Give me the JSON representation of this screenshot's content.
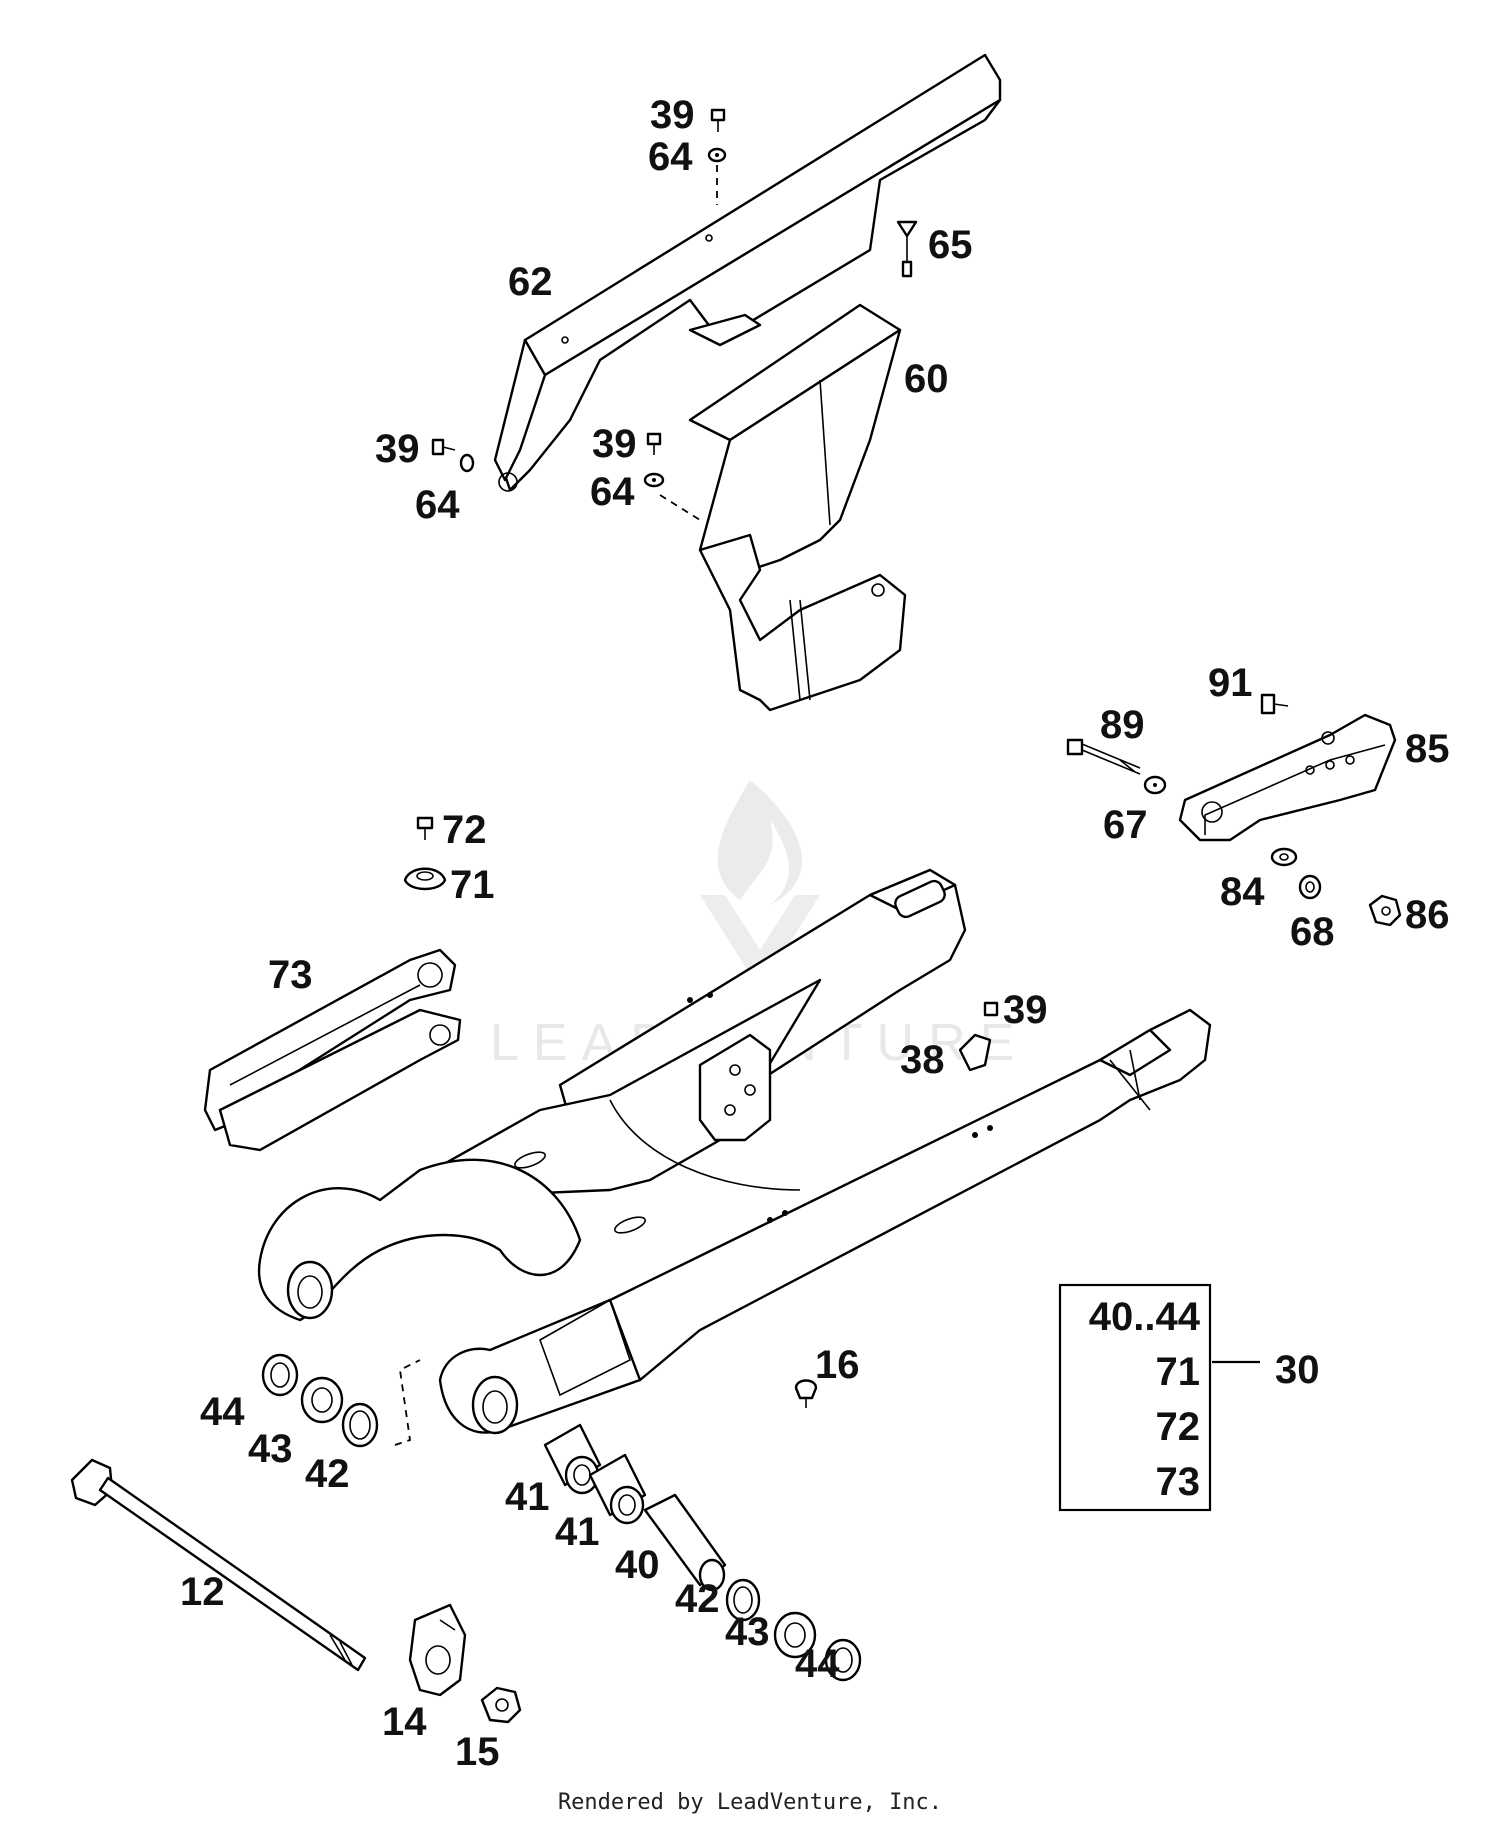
{
  "diagram": {
    "labels": {
      "l12": "12",
      "l14": "14",
      "l15": "15",
      "l16": "16",
      "l30": "30",
      "l38": "38",
      "l39a": "39",
      "l39b": "39",
      "l39c": "39",
      "l39d": "39",
      "l40": "40",
      "l41a": "41",
      "l41b": "41",
      "l42a": "42",
      "l42b": "42",
      "l43a": "43",
      "l43b": "43",
      "l44a": "44",
      "l44b": "44",
      "l60": "60",
      "l62": "62",
      "l64a": "64",
      "l64b": "64",
      "l64c": "64",
      "l65": "65",
      "l67": "67",
      "l68": "68",
      "l71": "71",
      "l72": "72",
      "l73": "73",
      "l84": "84",
      "l85": "85",
      "l86": "86",
      "l89": "89",
      "l91": "91"
    },
    "kit": {
      "items": [
        "40..44",
        "71",
        "72",
        "73"
      ]
    },
    "watermark": "LEADVENTURE"
  },
  "footer": "Rendered by LeadVenture, Inc."
}
